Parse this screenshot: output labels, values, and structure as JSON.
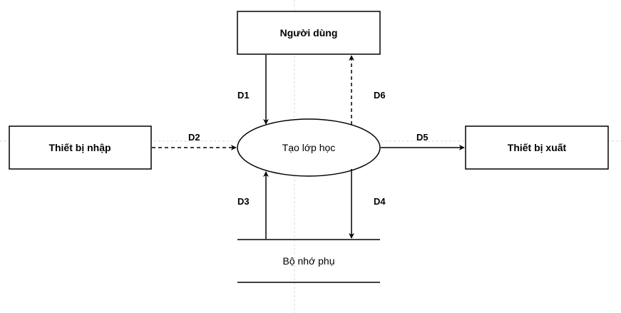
{
  "diagram": {
    "external_entities": {
      "user": "Người dùng",
      "input_device": "Thiết bị nhập",
      "output_device": "Thiết bị xuất"
    },
    "process": {
      "label": "Tạo lớp học"
    },
    "data_store": {
      "label": "Bộ nhớ phụ"
    },
    "flows": {
      "d1": "D1",
      "d2": "D2",
      "d3": "D3",
      "d4": "D4",
      "d5": "D5",
      "d6": "D6"
    }
  }
}
